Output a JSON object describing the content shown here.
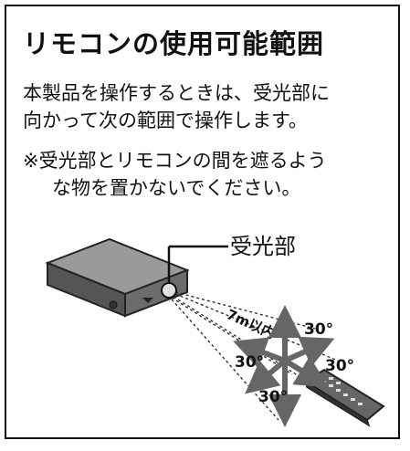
{
  "title": "リモコンの使用可能範囲",
  "description": {
    "line1": "本製品を操作するときは、受光部に",
    "line2": "向かって次の範囲で操作します。"
  },
  "note": {
    "line1": "※受光部とリモコンの間を遮るよう",
    "line2": "な物を置かないでください。"
  },
  "diagram": {
    "receiver_label": "受光部",
    "distance_label": "7m以内",
    "angle_labels": [
      "30°",
      "30°",
      "30°",
      "30°"
    ]
  }
}
